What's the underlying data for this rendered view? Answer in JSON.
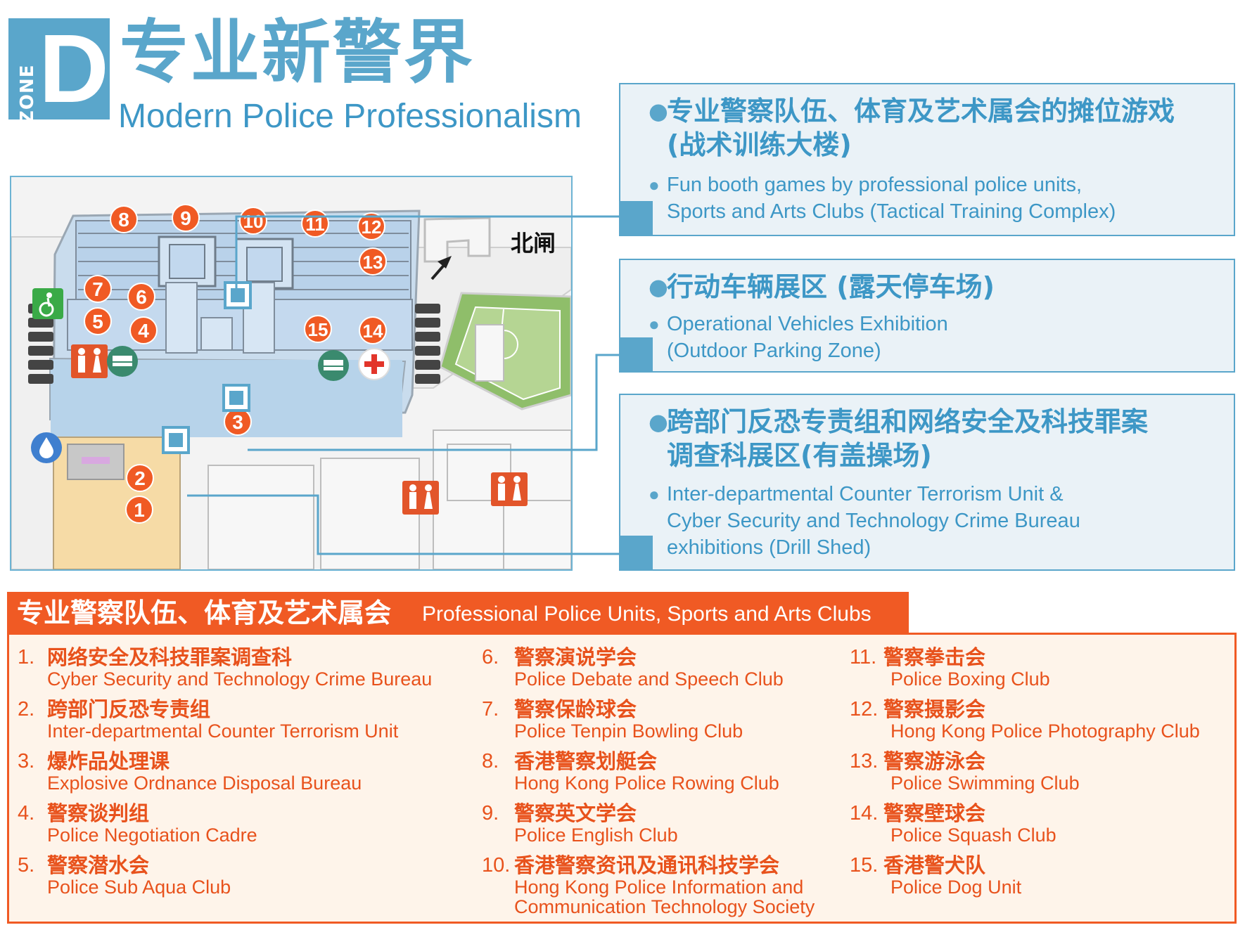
{
  "zone": {
    "word": "ZONE",
    "letter": "D"
  },
  "title": {
    "cn": "专业新警界",
    "en": "Modern Police Professionalism"
  },
  "colors": {
    "accent_blue": "#5aa6cb",
    "orange": "#f05a24",
    "light_blue": "#eaf2f7",
    "cream": "#fef4ea"
  },
  "map": {
    "north_gate": "北闸",
    "markers": [
      "1",
      "2",
      "3",
      "4",
      "5",
      "6",
      "7",
      "8",
      "9",
      "10",
      "11",
      "12",
      "13",
      "14",
      "15"
    ],
    "icons": [
      "wheelchair-icon",
      "toilet-icon",
      "bench-icon",
      "first-aid-icon",
      "water-icon",
      "arrow-icon"
    ]
  },
  "info_boxes": [
    {
      "cn_lines": [
        "专业警察队伍、体育及艺术属会的摊位游戏",
        "(战术训练大楼)"
      ],
      "en_lines": [
        "Fun booth games by professional police units,",
        "Sports and Arts Clubs (Tactical Training Complex)"
      ]
    },
    {
      "cn_lines": [
        "行动车辆展区 (露天停车场)"
      ],
      "en_lines": [
        "Operational Vehicles Exhibition",
        "(Outdoor Parking Zone)"
      ]
    },
    {
      "cn_lines": [
        "跨部门反恐专责组和网络安全及科技罪案",
        "调查科展区(有盖操场)"
      ],
      "en_lines": [
        "Inter-departmental Counter Terrorism Unit &",
        "Cyber Security and Technology Crime Bureau",
        "exhibitions (Drill Shed)"
      ]
    }
  ],
  "legend": {
    "header_cn": "专业警察队伍、体育及艺术属会",
    "header_en": "Professional Police Units, Sports and Arts Clubs",
    "entries": [
      {
        "num": "1.",
        "cn": "网络安全及科技罪案调查科",
        "en": "Cyber Security and Technology Crime Bureau"
      },
      {
        "num": "2.",
        "cn": "跨部门反恐专责组",
        "en": "Inter-departmental Counter Terrorism Unit"
      },
      {
        "num": "3.",
        "cn": "爆炸品处理课",
        "en": "Explosive Ordnance Disposal Bureau"
      },
      {
        "num": "4.",
        "cn": "警察谈判组",
        "en": "Police Negotiation Cadre"
      },
      {
        "num": "5.",
        "cn": "警察潜水会",
        "en": "Police Sub Aqua Club"
      },
      {
        "num": "6.",
        "cn": "警察演说学会",
        "en": "Police Debate and Speech Club"
      },
      {
        "num": "7.",
        "cn": "警察保龄球会",
        "en": "Police Tenpin Bowling Club"
      },
      {
        "num": "8.",
        "cn": "香港警察划艇会",
        "en": "Hong Kong Police Rowing Club"
      },
      {
        "num": "9.",
        "cn": "警察英文学会",
        "en": "Police English Club"
      },
      {
        "num": "10.",
        "cn": "香港警察资讯及通讯科技学会",
        "en": "Hong Kong Police Information and",
        "en2": "Communication Technology Society"
      },
      {
        "num": "11.",
        "cn": "警察拳击会",
        "en": "Police Boxing Club"
      },
      {
        "num": "12.",
        "cn": "警察摄影会",
        "en": "Hong Kong Police Photography Club"
      },
      {
        "num": "13.",
        "cn": "警察游泳会",
        "en": "Police Swimming Club"
      },
      {
        "num": "14.",
        "cn": "警察壁球会",
        "en": "Police Squash Club"
      },
      {
        "num": "15.",
        "cn": "香港警犬队",
        "en": "Police Dog Unit"
      }
    ]
  }
}
